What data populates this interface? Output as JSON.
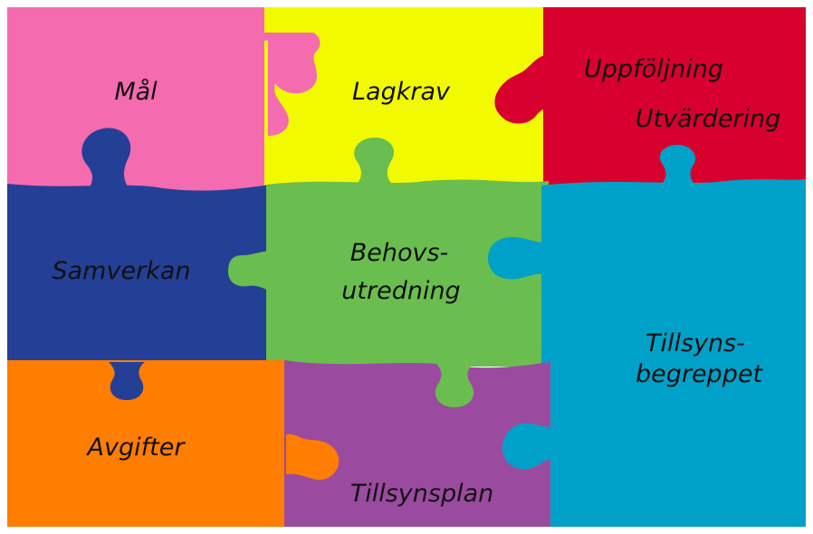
{
  "colors": {
    "pink": "#f56bb0",
    "yellow": "#f2fa00",
    "red": "#d8002e",
    "navy": "#243f96",
    "green": "#6abe4f",
    "cyan": "#00a1c8",
    "orange": "#ff7d00",
    "purple": "#9b4b9f"
  },
  "pieces": {
    "mal": {
      "label": "Mål"
    },
    "lagkrav": {
      "label": "Lagkrav"
    },
    "uppfoljning": {
      "line1": "Uppföljning",
      "line2": "Utvärdering"
    },
    "samverkan": {
      "label": "Samverkan"
    },
    "behovsutredning": {
      "line1": "Behovs-",
      "line2": "utredning"
    },
    "tillsynsbegreppet": {
      "line1": "Tillsyns-",
      "line2": "begreppet"
    },
    "avgifter": {
      "label": "Avgifter"
    },
    "tillsynsplan": {
      "label": "Tillsynsplan"
    }
  }
}
